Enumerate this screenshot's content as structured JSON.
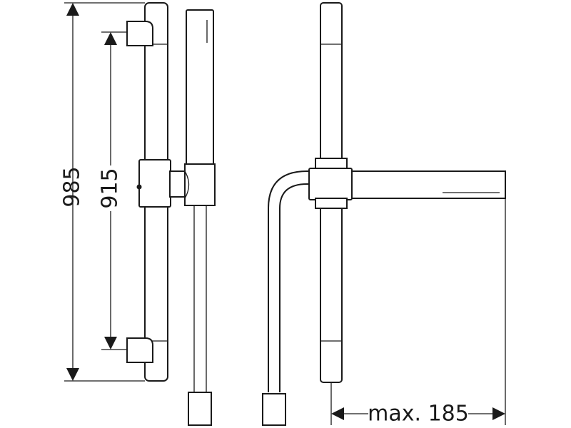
{
  "dimensions": {
    "overall_height": "985",
    "bracket_spacing": "915",
    "projection": "max. 185"
  },
  "colors": {
    "line": "#1a1a1a",
    "background": "#ffffff"
  }
}
